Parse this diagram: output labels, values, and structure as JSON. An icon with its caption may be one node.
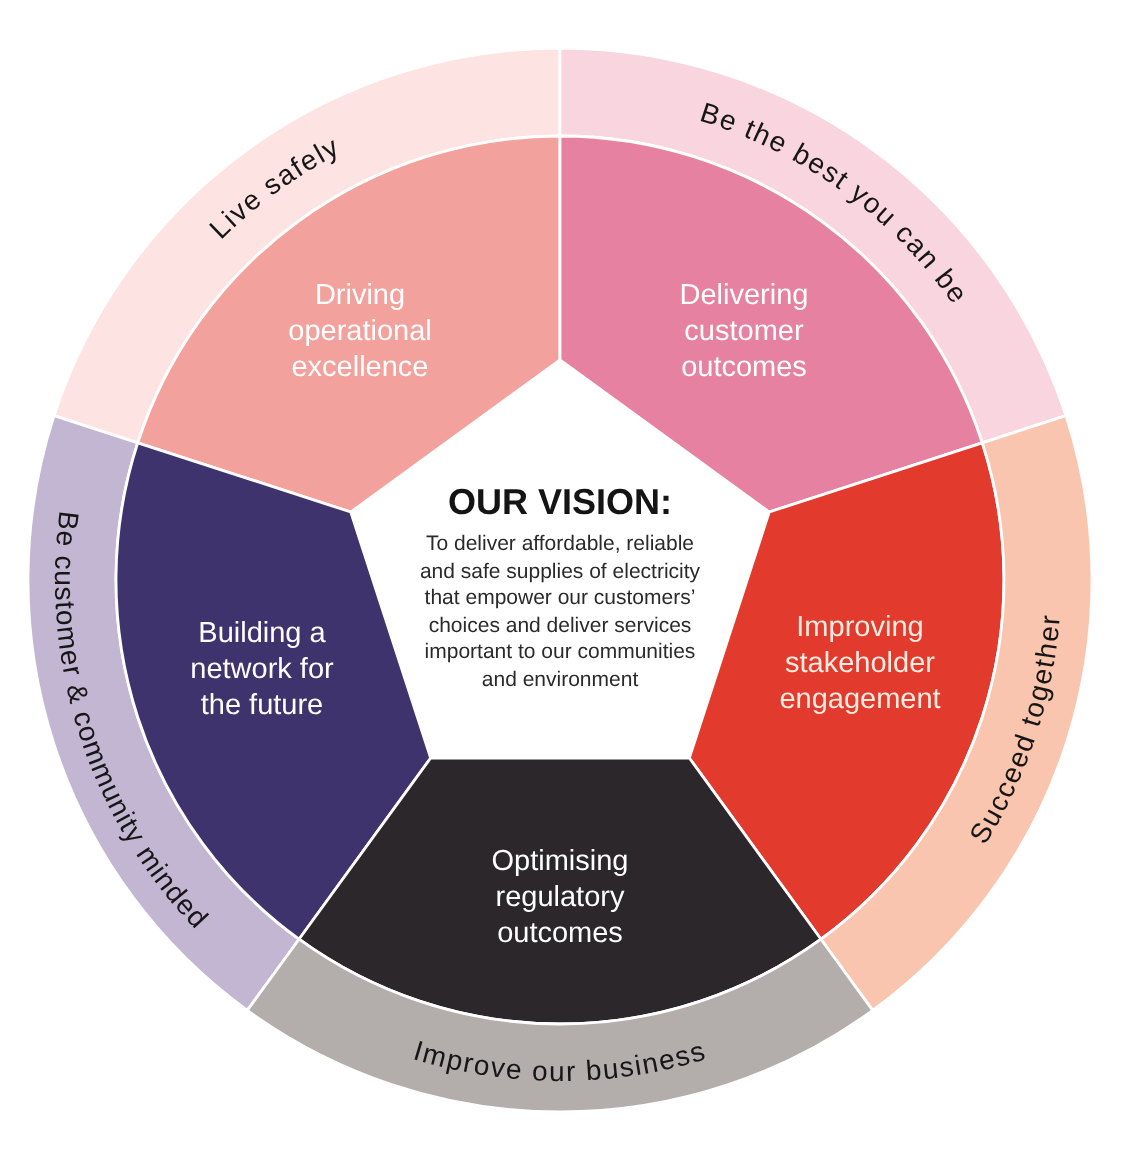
{
  "diagram": {
    "nodes": [
      {
        "text": [
          "Live safely"
        ]
      },
      {
        "text": [
          "Be the best you can be"
        ]
      },
      {
        "text": [
          "Driving operational excellence"
        ]
      },
      {
        "text": [
          "Delivering customer outcomes"
        ]
      },
      {
        "text": [
          "OUR VISION:",
          "To deliver affordable, reliable and safe supplies of electricity that empower our customers’ choices and deliver services important to our communities and environment"
        ]
      },
      {
        "text": [
          "Be customer & community minded"
        ]
      },
      {
        "text": [
          "Building a network for the future"
        ]
      },
      {
        "text": [
          "Improving stakeholder engagement"
        ]
      },
      {
        "text": [
          "Succeed together"
        ]
      },
      {
        "text": [
          "Optimising regulatory outcomes"
        ]
      },
      {
        "text": [
          "Improve our business"
        ]
      }
    ]
  }
}
